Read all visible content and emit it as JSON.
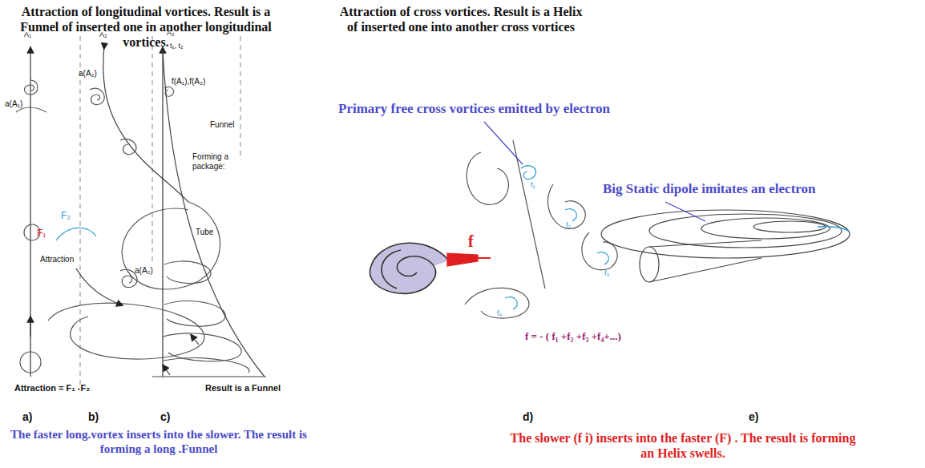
{
  "diagram": {
    "labels": [
      "Attraction of longitudinal vortices. Result is a Funnel of inserted one in another longitudinal vortices.",
      "Attraction of cross vortices. Result is a Helix of inserted one into another cross vortices",
      "A₁",
      "a(A₁)",
      "A₂",
      "a(A₂)",
      "F₁",
      "F₂",
      "a(A₂)",
      "Tube",
      "Attraction",
      "A₂",
      "t₁, t₂",
      "f(A₁),f(A₂)",
      "Funnel",
      "Forming a package:",
      "Attraction = F₁ -F₂",
      "Result is a Funnel",
      "a)",
      "b)",
      "c)",
      "Primary free cross vortices emitted by electron",
      "Big Static dipole imitates an electron",
      "f",
      "f₁",
      "f₂",
      "f₃",
      "f₄",
      "f = - ( f₁ +f₂ +f₃ +f₄+...)",
      "d)",
      "e)",
      "The faster long.vortex inserts into the slower. The result is forming a long .Funnel",
      "The slower (f i) inserts into the faster (F) . The result is forming an Helix swells."
    ]
  }
}
